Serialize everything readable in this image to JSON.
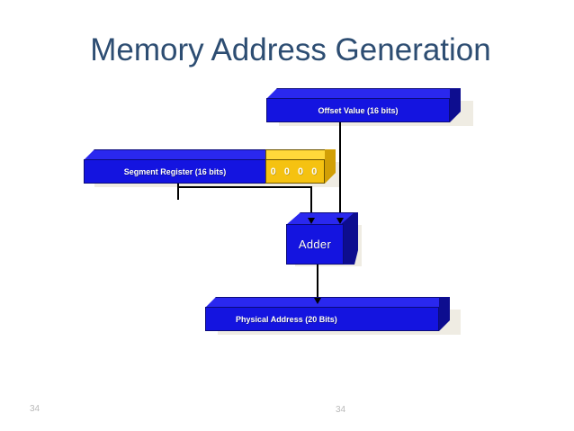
{
  "slide": {
    "title": "Memory Address Generation",
    "background_color": "#ffffff",
    "title_color": "#2d4d72"
  },
  "diagram": {
    "type": "block-diagram",
    "description": "8086 memory address generation: segment register shifted left by 4 bits (0000 appended) is added to the offset value by an adder producing a 20-bit physical address.",
    "blocks": [
      {
        "id": "offset",
        "label": "Offset Value (16 bits)",
        "shape": "3d-box",
        "color": "#1414e0",
        "top_color": "#2a28ef",
        "side_color": "#0d0d8f",
        "text_color": "#ffffff"
      },
      {
        "id": "segment",
        "label": "Segment Register (16 bits)",
        "shape": "3d-box",
        "color": "#1414e0",
        "top_color": "#2a28ef",
        "side_color": "#0d0d8f",
        "text_color": "#ffffff"
      },
      {
        "id": "zeros",
        "label": "0 0 0 0",
        "shape": "3d-box",
        "color": "#f5c211",
        "top_color": "#ffd83a",
        "side_color": "#d19f06",
        "text_color": "#ffffff"
      },
      {
        "id": "adder",
        "label": "Adder",
        "shape": "3d-cube",
        "color": "#1414e0",
        "top_color": "#2a28ef",
        "side_color": "#0d0d8f",
        "text_color": "#ffffff"
      },
      {
        "id": "physical-address",
        "label": "Physical Address (20 Bits)",
        "shape": "3d-box",
        "color": "#1414e0",
        "top_color": "#2a28ef",
        "side_color": "#0d0d8f",
        "text_color": "#ffffff"
      }
    ],
    "connectors": [
      {
        "from": "offset",
        "to": "adder",
        "style": "arrow",
        "color": "#000000"
      },
      {
        "from": "segment",
        "to": "adder",
        "style": "arrow",
        "color": "#000000"
      },
      {
        "from": "adder",
        "to": "physical-address",
        "style": "arrow",
        "color": "#000000"
      }
    ]
  },
  "footer": {
    "page_number_left": "34",
    "page_number_center": "34",
    "color": "#b9b9b9"
  }
}
